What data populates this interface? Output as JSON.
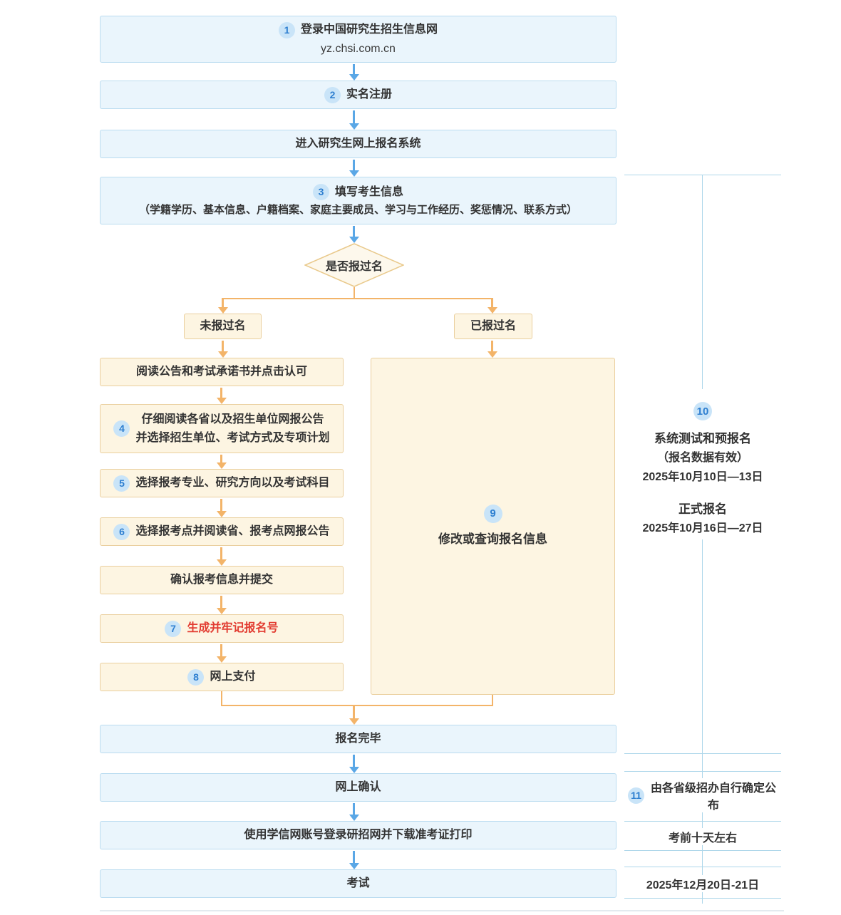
{
  "colors": {
    "blue_box_bg": "#eaf5fc",
    "blue_box_border": "#badcf0",
    "orange_box_bg": "#fdf5e2",
    "orange_box_border": "#eacf9e",
    "badge_bg": "#c9e4f8",
    "badge_text": "#2e7fd0",
    "blue_arrow": "#5aa7e6",
    "orange_arrow": "#f3b469",
    "red_text": "#e23c31",
    "divider": "#aed7ea"
  },
  "flow": {
    "step1": {
      "num": "1",
      "title": "登录中国研究生招生信息网",
      "url": "yz.chsi.com.cn"
    },
    "step2": {
      "num": "2",
      "label": "实名注册"
    },
    "enter_system": {
      "label": "进入研究生网上报名系统"
    },
    "step3": {
      "num": "3",
      "label": "填写考生信息",
      "detail": "（学籍学历、基本信息、户籍档案、家庭主要成员、学习与工作经历、奖惩情况、联系方式）"
    },
    "decision": {
      "label": "是否报过名"
    },
    "branch_left": {
      "label": "未报过名"
    },
    "branch_right": {
      "label": "已报过名"
    },
    "read_notice": {
      "label": "阅读公告和考试承诺书并点击认可"
    },
    "step4": {
      "num": "4",
      "line1": "仔细阅读各省以及招生单位网报公告",
      "line2": "并选择招生单位、考试方式及专项计划"
    },
    "step5": {
      "num": "5",
      "label": "选择报考专业、研究方向以及考试科目"
    },
    "step6": {
      "num": "6",
      "label": "选择报考点并阅读省、报考点网报公告"
    },
    "confirm_submit": {
      "label": "确认报考信息并提交"
    },
    "step7": {
      "num": "7",
      "label": "生成并牢记报名号"
    },
    "step8": {
      "num": "8",
      "label": "网上支付"
    },
    "step9": {
      "num": "9",
      "label": "修改或查询报名信息"
    },
    "finish": {
      "label": "报名完毕"
    },
    "online_confirm": {
      "label": "网上确认"
    },
    "download_ticket": {
      "label": "使用学信网账号登录研招网并下载准考证打印"
    },
    "exam": {
      "label": "考试"
    }
  },
  "timeline": {
    "step10": {
      "num": "10",
      "phase1_title": "系统测试和预报名",
      "phase1_note": "（报名数据有效）",
      "phase1_dates": "2025年10月10日—13日",
      "phase2_title": "正式报名",
      "phase2_dates": "2025年10月16日—27日"
    },
    "step11": {
      "num": "11",
      "label": "由各省级招办自行确定公布"
    },
    "download_note": "考前十天左右",
    "exam_dates": "2025年12月20日-21日"
  }
}
